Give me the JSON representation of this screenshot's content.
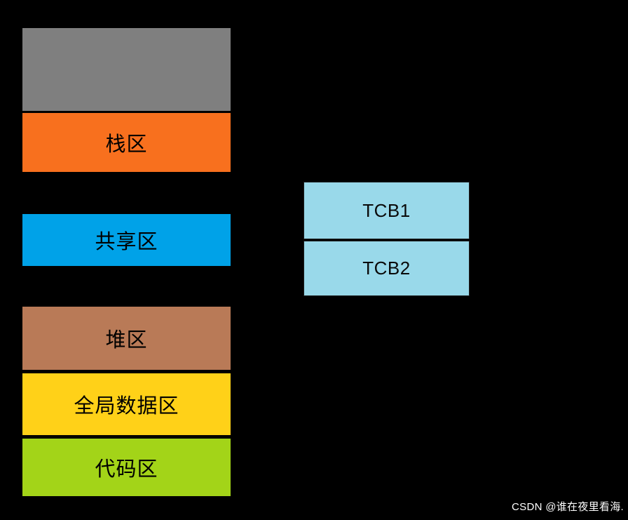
{
  "diagram": {
    "description": "process memory layout with thread control blocks",
    "background_color": "#000000"
  },
  "memory_blocks": [
    {
      "id": "reserved",
      "label": "",
      "color": "#7F7F7F"
    },
    {
      "id": "stack",
      "label": "栈区",
      "color": "#F8701E"
    },
    {
      "id": "shared",
      "label": "共享区",
      "color": "#00A2E8"
    },
    {
      "id": "heap",
      "label": "堆区",
      "color": "#B97A57"
    },
    {
      "id": "global-data",
      "label": "全局数据区",
      "color": "#FFD118"
    },
    {
      "id": "code",
      "label": "代码区",
      "color": "#A3D418"
    }
  ],
  "tcb_blocks": [
    {
      "id": "tcb1",
      "label": "TCB1",
      "color": "#99D9EA"
    },
    {
      "id": "tcb2",
      "label": "TCB2",
      "color": "#99D9EA"
    }
  ],
  "watermark": {
    "text": "CSDN @谁在夜里看海.",
    "color": "#FFFFFF"
  }
}
